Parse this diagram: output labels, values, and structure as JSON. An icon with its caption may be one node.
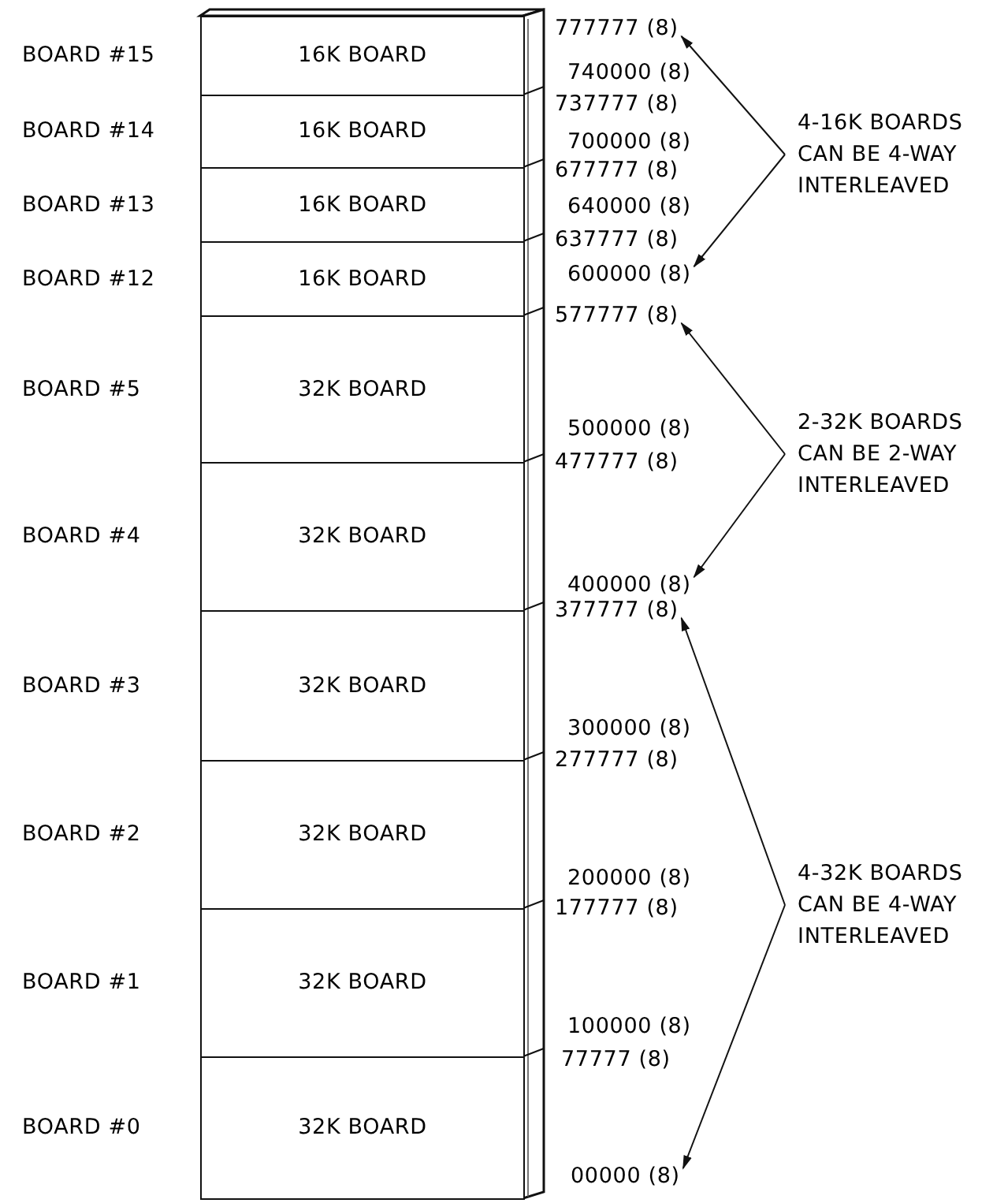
{
  "diagram": {
    "nodes": [
      {
        "text": [
          "16K BOARD"
        ],
        "beside": [
          "BOARD #15"
        ]
      },
      {
        "text": [
          "16K BOARD"
        ],
        "beside": [
          "BOARD #14"
        ]
      },
      {
        "text": [
          "16K BOARD"
        ],
        "beside": [
          "BOARD #13"
        ]
      },
      {
        "text": [
          "16K BOARD"
        ],
        "beside": [
          "BOARD #12"
        ]
      },
      {
        "text": [
          "32K BOARD"
        ],
        "beside": [
          "BOARD #5"
        ]
      },
      {
        "text": [
          "32K BOARD"
        ],
        "beside": [
          "BOARD #4"
        ]
      },
      {
        "text": [
          "32K BOARD"
        ],
        "beside": [
          "BOARD #3"
        ]
      },
      {
        "text": [
          "32K BOARD"
        ],
        "beside": [
          "BOARD #2"
        ]
      },
      {
        "text": [
          "32K BOARD"
        ],
        "beside": [
          "BOARD #1"
        ]
      },
      {
        "text": [
          "32K BOARD"
        ],
        "beside": [
          "BOARD #0"
        ]
      },
      {
        "text": [
          "777777 (8)"
        ]
      },
      {
        "text": [
          "4-16K BOARDS CAN BE 4-WAY INTERLEAVED"
        ]
      },
      {
        "text": [
          "600000 (8)"
        ]
      },
      {
        "text": [
          "577777 (8)"
        ]
      },
      {
        "text": [
          "2-32K BOARDS CAN BE 2-WAY INTERLEAVED"
        ]
      },
      {
        "text": [
          "400000 (8)"
        ]
      },
      {
        "text": [
          "377777 (8)"
        ]
      },
      {
        "text": [
          "4-32K BOARDS CAN BE 4-WAY INTERLEAVED"
        ]
      },
      {
        "text": [
          "00000 (8)"
        ]
      }
    ],
    "edges": [
      {
        "from": 11,
        "to": 10,
        "arrow": "to"
      },
      {
        "from": 11,
        "to": 12,
        "arrow": "to"
      },
      {
        "from": 14,
        "to": 13,
        "arrow": "to"
      },
      {
        "from": 14,
        "to": 15,
        "arrow": "to"
      },
      {
        "from": 17,
        "to": 16,
        "arrow": "to"
      },
      {
        "from": 17,
        "to": 18,
        "arrow": "to"
      }
    ],
    "labels": [
      "740000 (8)",
      "737777 (8)",
      "700000 (8)",
      "677777 (8)",
      "640000 (8)",
      "637777 (8)",
      "500000 (8)",
      "477777 (8)",
      "300000 (8)",
      "277777 (8)",
      "200000 (8)",
      "177777 (8)",
      "100000 (8)",
      "77777 (8)"
    ]
  }
}
